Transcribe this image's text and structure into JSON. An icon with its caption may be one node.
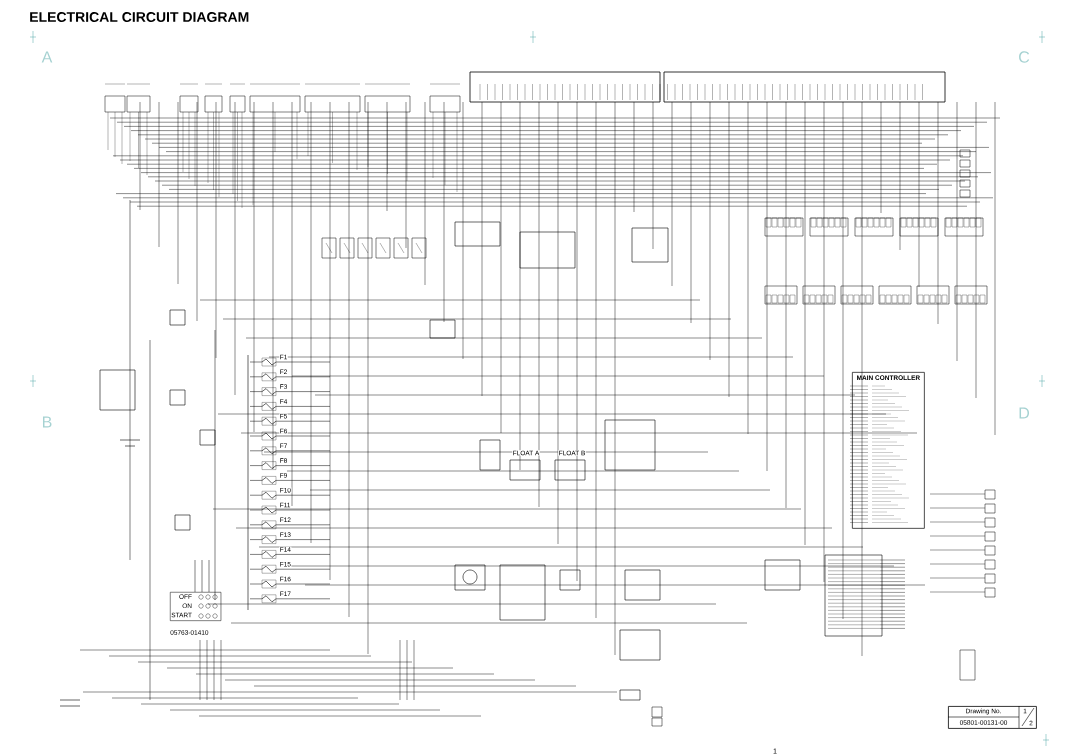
{
  "diagram": {
    "title": "ELECTRICAL CIRCUIT DIAGRAM",
    "nodes": [
      {
        "text": [
          "MAIN CONTROLLER"
        ]
      },
      {
        "text": [
          "OFF",
          "ON",
          "START"
        ],
        "beside": [
          "05763-01410"
        ]
      },
      {
        "text": [
          "Drawing No.",
          "05801-00131-00",
          "1",
          "2"
        ]
      }
    ],
    "labels": [
      "A",
      "C",
      "B",
      "D",
      "F1",
      "F2",
      "F3",
      "F4",
      "F5",
      "F6",
      "F7",
      "F8",
      "F9",
      "F10",
      "F11",
      "F12",
      "F13",
      "F14",
      "F15",
      "F16",
      "F17",
      "FLOAT A",
      "FLOAT B",
      "1"
    ]
  }
}
